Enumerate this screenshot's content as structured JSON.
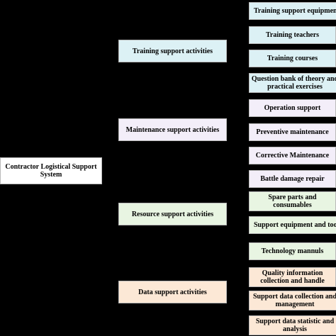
{
  "root": {
    "label": "Contractor Logistical Support System",
    "color": "#ffffff"
  },
  "categories": [
    {
      "label": "Training support activities",
      "color": "#dcf1f5"
    },
    {
      "label": "Maintenance support activities",
      "color": "#f3eef9"
    },
    {
      "label": "Resource support activities",
      "color": "#e8f5e2"
    },
    {
      "label": "Data support activities",
      "color": "#fce8d6"
    }
  ],
  "leaves": [
    {
      "label": "Training support equipment",
      "color": "#dcf1f5"
    },
    {
      "label": "Training teachers",
      "color": "#dcf1f5"
    },
    {
      "label": "Training courses",
      "color": "#dcf1f5"
    },
    {
      "label": "Question bank of theory and practical exercises",
      "color": "#dcf1f5"
    },
    {
      "label": "Operation support",
      "color": "#f3eef9"
    },
    {
      "label": "Preventive maintenance",
      "color": "#f3eef9"
    },
    {
      "label": "Corrective Maintenance",
      "color": "#f3eef9"
    },
    {
      "label": "Battle damage repair",
      "color": "#f3eef9"
    },
    {
      "label": "Spare parts and consumables",
      "color": "#e8f5e2"
    },
    {
      "label": "Support equipment and tools",
      "color": "#e8f5e2"
    },
    {
      "label": "Technology mannuls",
      "color": "#e8f5e2"
    },
    {
      "label": "Quality information collection and handle",
      "color": "#fce8d6"
    },
    {
      "label": "Support data collection and management",
      "color": "#fce8d6"
    },
    {
      "label": "Support data statistic and analysis",
      "color": "#fce8d6"
    }
  ]
}
